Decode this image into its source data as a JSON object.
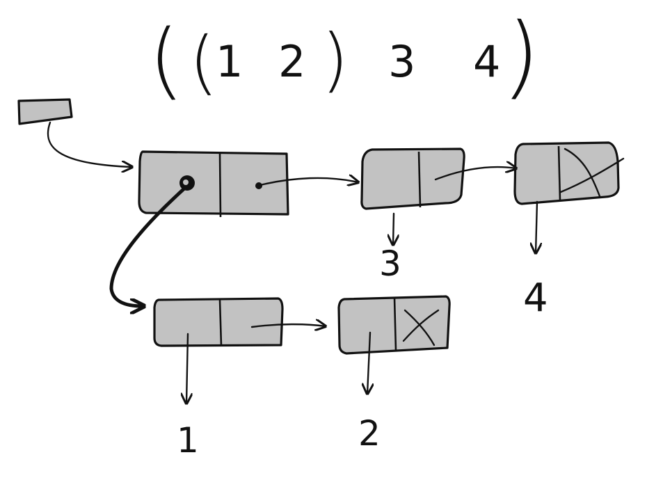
{
  "expression": {
    "open_outer": "(",
    "open_inner": "(",
    "v1": "1",
    "v2": "2",
    "close_inner": ")",
    "v3": "3",
    "v4": "4",
    "close_outer": ")"
  },
  "atoms": {
    "one": "1",
    "two": "2",
    "three": "3",
    "four": "4"
  },
  "colors": {
    "cell_fill": "#c2c2c2",
    "ink": "#111111",
    "paper": "#ffffff"
  }
}
